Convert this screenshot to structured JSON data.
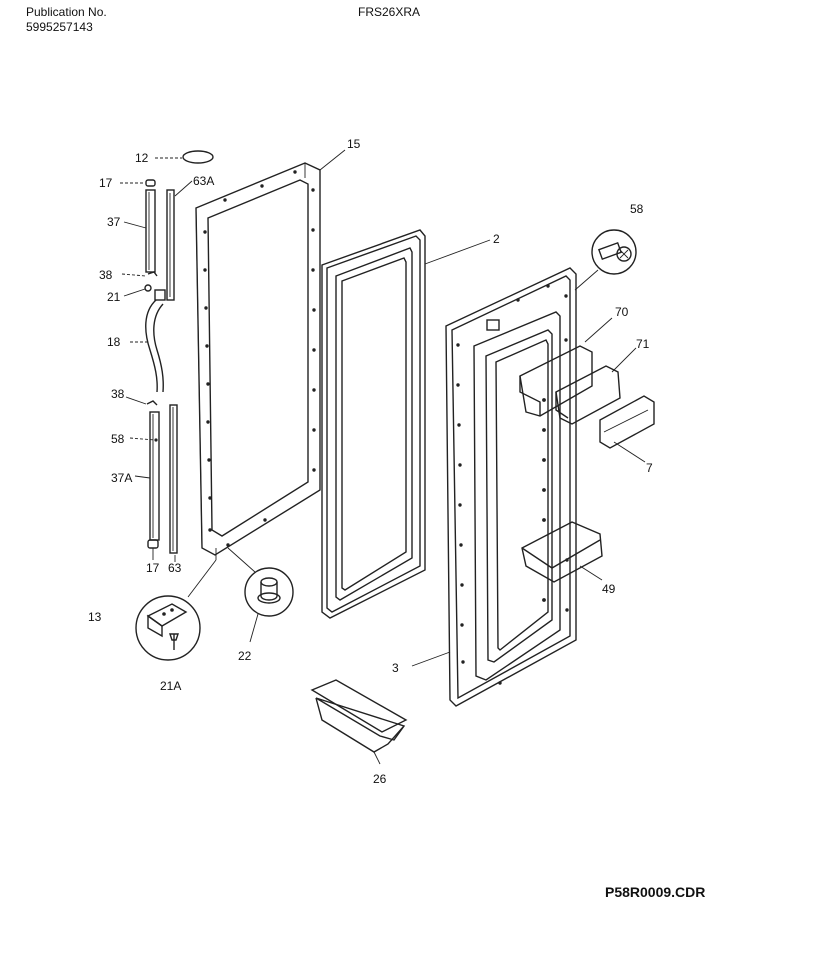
{
  "header": {
    "publication_label": "Publication No.",
    "publication_number": "5995257143",
    "model": "FRS26XRA"
  },
  "footer": {
    "file_ref": "P58R0009.CDR"
  },
  "callouts": {
    "c12": "12",
    "c17a": "17",
    "c63A": "63A",
    "c37": "37",
    "c38a": "38",
    "c21": "21",
    "c18": "18",
    "c38b": "38",
    "c58a": "58",
    "c37A": "37A",
    "c17b": "17",
    "c63": "63",
    "c13": "13",
    "c21A": "21A",
    "c22": "22",
    "c15": "15",
    "c2": "2",
    "c3": "3",
    "c26": "26",
    "c58b": "58",
    "c70": "70",
    "c71": "71",
    "c7": "7",
    "c49": "49"
  }
}
